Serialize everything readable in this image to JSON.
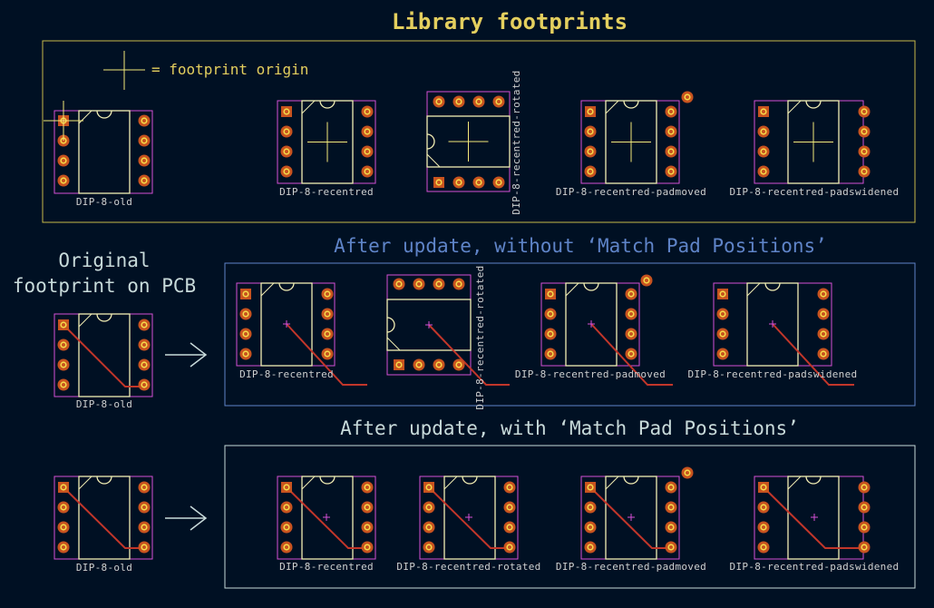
{
  "sections": {
    "library": {
      "title": "Library footprints",
      "legend": "= footprint origin"
    },
    "without": {
      "title": "After update, without ‘Match Pad Positions’"
    },
    "with": {
      "title": "After update, with ‘Match Pad Positions’"
    },
    "original": {
      "title_line1": "Original",
      "title_line2": "footprint on PCB"
    }
  },
  "labels": {
    "old": "DIP-8-old",
    "recentred": "DIP-8-recentred",
    "rotated": "DIP-8-recentred-rotated",
    "padmoved": "DIP-8-recentred-padmoved",
    "padswidened": "DIP-8-recentred-padswidened"
  },
  "colors": {
    "background": "#001023",
    "library_box": "#c9b94a",
    "without_box": "#5f84c8",
    "with_box": "#c8dada",
    "courtyard": "#d64fd6",
    "silkscreen": "#f2eeb4",
    "pad": "#c8531f",
    "pad_hole": "#f4d94a",
    "track": "#c2362a",
    "origin_marker": "#f4e87a",
    "arrow": "#c8dada"
  },
  "icons": {
    "arrow": "right-arrow-icon",
    "origin": "crosshair-icon"
  }
}
